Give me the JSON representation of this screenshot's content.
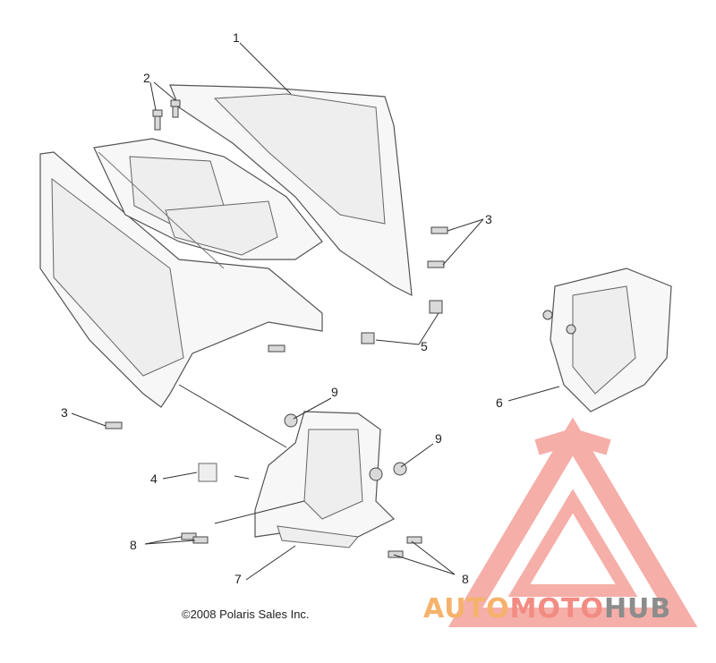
{
  "callouts": [
    "1",
    "2",
    "3",
    "3",
    "4",
    "5",
    "6",
    "7",
    "8",
    "8",
    "9",
    "9"
  ],
  "copyright": "©2008 Polaris Sales Inc.",
  "watermark": {
    "part1": "AUTO",
    "part2": "MOTO",
    "part3": "HUB",
    "colors": {
      "orange": "#f6b26b",
      "red": "#f28b82",
      "gray": "#8c8c8c",
      "logo": "#f4a09a"
    }
  }
}
